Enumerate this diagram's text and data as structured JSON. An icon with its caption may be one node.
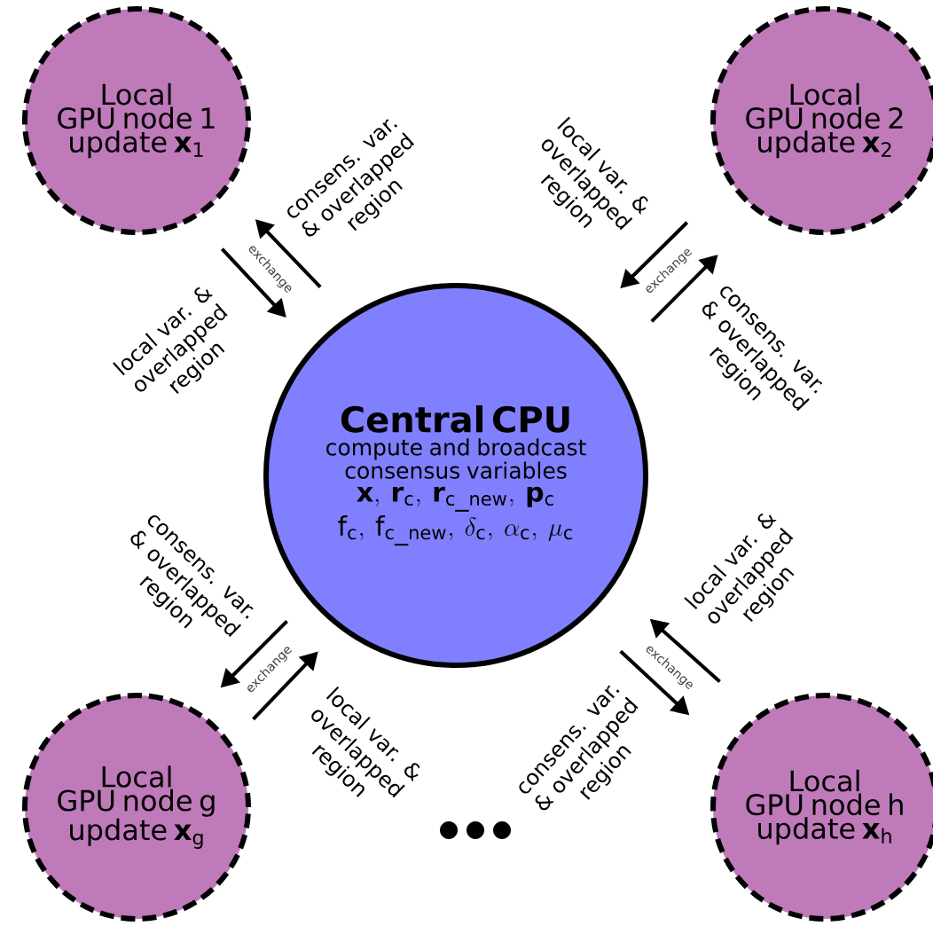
{
  "diagram": {
    "nodes": [
      {
        "text": [
          "Central CPU",
          "compute and broadcast consensus variables",
          "\\mathbf{x},\\ \\mathbf{r}_{\\mathrm{c}},\\ \\mathbf{r}_{\\mathrm{c\\_new}},\\ \\mathbf{p}_{\\mathrm{c}}",
          "\\mathrm{f}_{\\mathrm{c}},\\ \\mathrm{f}_{\\mathrm{c\\_new}},\\ \\delta_{\\mathrm{c}},\\ \\alpha_{\\mathrm{c}},\\ \\mu_{\\mathrm{c}}"
        ]
      },
      {
        "text": [
          "Local",
          "GPU node 1 update **x**$_{1}$"
        ]
      },
      {
        "text": [
          "Local",
          "GPU node 2 update **x**$_{2}$"
        ]
      },
      {
        "text": [
          "Local",
          "GPU node g update **x**$_{g}$"
        ]
      },
      {
        "text": [
          "Local",
          "GPU node h update **x**$_{h}$"
        ]
      }
    ],
    "edges": [
      {
        "from": 1,
        "to": 0,
        "arrow": "to",
        "label": "local var. & overlapped region"
      },
      {
        "from": 0,
        "to": 1,
        "arrow": "to",
        "label": "consens. var. & overlapped region"
      },
      {
        "from": 2,
        "to": 0,
        "arrow": "to",
        "label": "local var. & overlapped region"
      },
      {
        "from": 0,
        "to": 2,
        "arrow": "to",
        "label": "consens. var. & overlapped region"
      },
      {
        "from": 3,
        "to": 0,
        "arrow": "to",
        "label": "local var. & overlapped region"
      },
      {
        "from": 0,
        "to": 3,
        "arrow": "to",
        "label": "consens. var. & overlapped region"
      },
      {
        "from": 4,
        "to": 0,
        "arrow": "to",
        "label": "local var. & overlapped region"
      },
      {
        "from": 0,
        "to": 4,
        "arrow": "to",
        "label": "consens. var. & overlapped region"
      }
    ],
    "labels": [
      "exchange",
      "exchange",
      "exchange",
      "exchange"
    ]
  }
}
